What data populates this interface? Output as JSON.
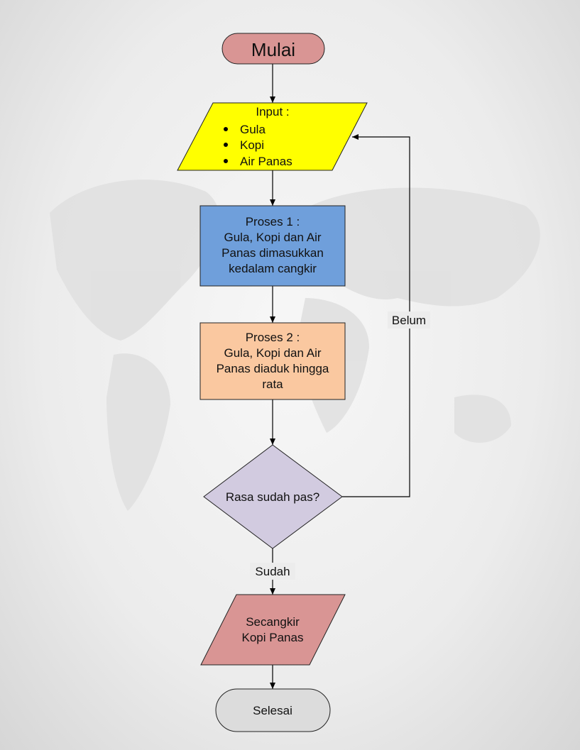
{
  "start": {
    "label": "Mulai",
    "color": "#d99594"
  },
  "input": {
    "title": "Input :",
    "items": [
      "Gula",
      "Kopi",
      "Air Panas"
    ],
    "color": "#ffff00"
  },
  "process1": {
    "lines": [
      "Proses 1 :",
      "Gula, Kopi dan Air",
      "Panas dimasukkan",
      "kedalam cangkir"
    ],
    "color": "#6f9fdb"
  },
  "process2": {
    "lines": [
      "Proses 2 :",
      "Gula, Kopi dan Air",
      "Panas diaduk hingga",
      "rata"
    ],
    "color": "#fac8a0"
  },
  "decision": {
    "label": "Rasa sudah pas?",
    "color": "#d2cbe0"
  },
  "edges": {
    "no": "Belum",
    "yes": "Sudah"
  },
  "output": {
    "lines": [
      "Secangkir",
      "Kopi Panas"
    ],
    "color": "#d99594"
  },
  "end": {
    "label": "Selesai",
    "color": "#dcdcdc"
  }
}
